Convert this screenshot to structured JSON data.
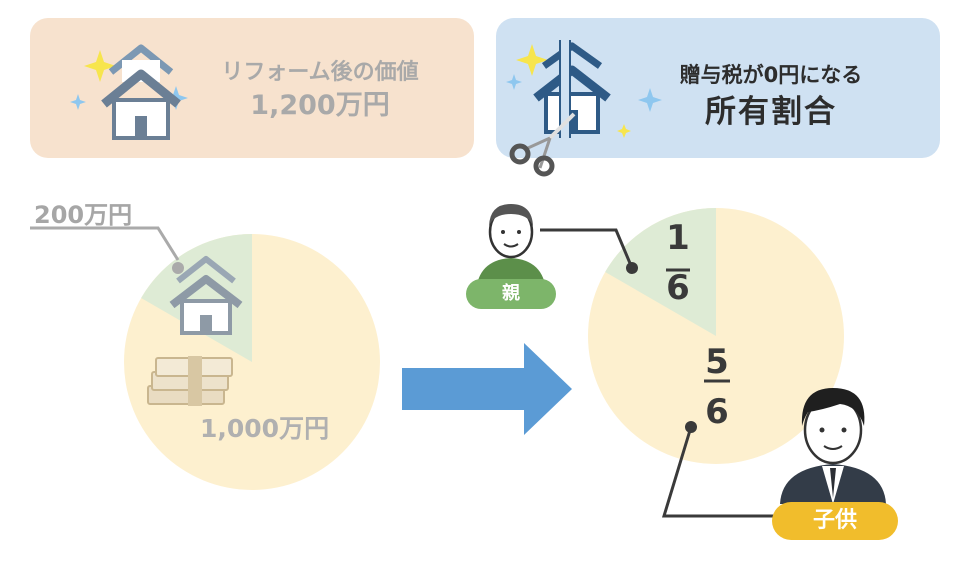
{
  "before_card": {
    "line1": "リフォーム後の価値",
    "line2": "1,200万円"
  },
  "after_card": {
    "line1": "贈与税が0円になる",
    "line2": "所有割合"
  },
  "before_pie": {
    "small_label": "200万円",
    "large_label": "1,000万円"
  },
  "after_pie": {
    "parent_share": {
      "numerator": "1",
      "denominator": "6"
    },
    "child_share": {
      "numerator": "5",
      "denominator": "6"
    }
  },
  "people": {
    "parent_label": "親",
    "child_label": "子供"
  },
  "icons": [
    "house-icon",
    "sparkle-icon",
    "scissors-icon",
    "money-stack-icon",
    "arrow-right-icon",
    "parent-avatar-icon",
    "child-avatar-icon"
  ],
  "colors": {
    "before_card_bg": "#f7e2ce",
    "after_card_bg": "#cfe1f2",
    "pie_yellow": "#fdf0cf",
    "pie_green": "#deebd5",
    "arrow_blue": "#5b9bd5",
    "parent_pill": "#7db56a",
    "child_pill": "#f1bd2c"
  }
}
